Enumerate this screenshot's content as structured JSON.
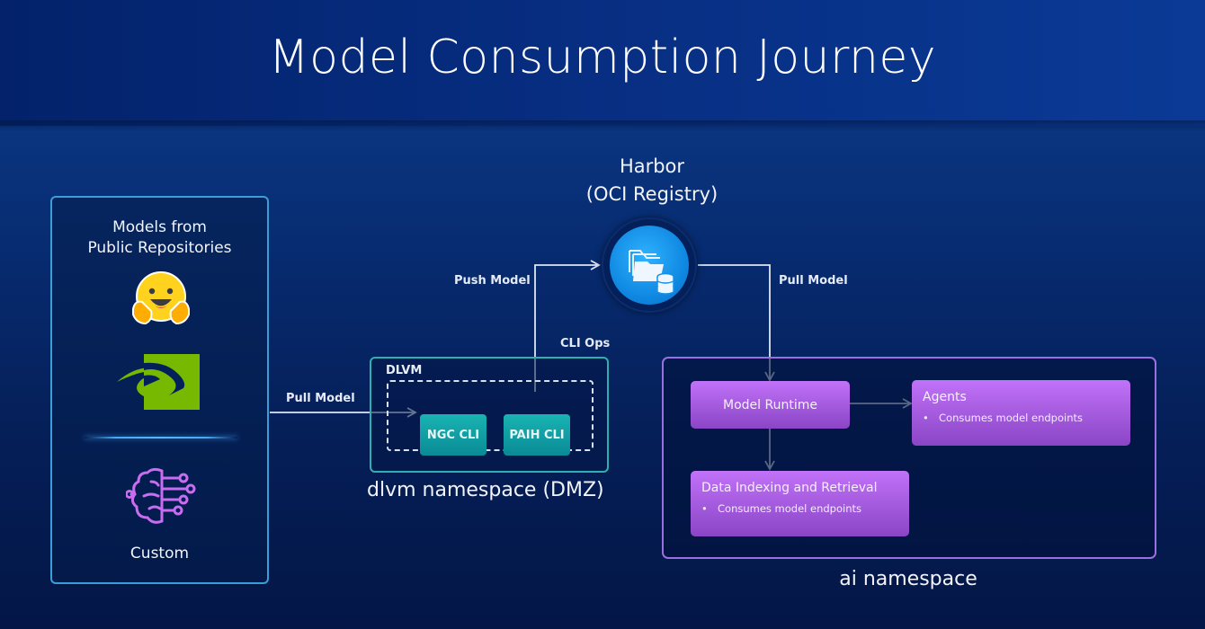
{
  "title": "Model Consumption Journey",
  "left_panel": {
    "title_line1": "Models from",
    "title_line2": "Public Repositories",
    "icons": [
      "hugging-face-icon",
      "nvidia-icon",
      "brain-circuit-icon"
    ],
    "custom_label": "Custom"
  },
  "harbor": {
    "title_line1": "Harbor",
    "title_line2": "(OCI Registry)",
    "icon": "folder-database-icon"
  },
  "dmz": {
    "inner_label": "DLVM",
    "ngc_cli": "NGC CLI",
    "paih_cli": "PAIH CLI",
    "caption": "dlvm namespace (DMZ)"
  },
  "ai": {
    "model_runtime": "Model Runtime",
    "agents": {
      "title": "Agents",
      "bullet": "Consumes model endpoints"
    },
    "data_indexing": {
      "title": "Data Indexing and Retrieval",
      "bullet": "Consumes model endpoints"
    },
    "caption": "ai namespace"
  },
  "connectors": {
    "pull_model_left": "Pull Model",
    "push_model": "Push Model",
    "cli_ops": "CLI Ops",
    "pull_model_right": "Pull Model"
  },
  "colors": {
    "left_panel_border": "#3a9fd8",
    "dmz_border": "#2fb0b0",
    "cli_box": "#14a4a8",
    "ai_border": "#9a6fe0",
    "ai_box": "#b065ee",
    "harbor_circle": "#1a9cf0",
    "nvidia_green": "#76b900",
    "hugging_face_yellow": "#ffd21e"
  }
}
